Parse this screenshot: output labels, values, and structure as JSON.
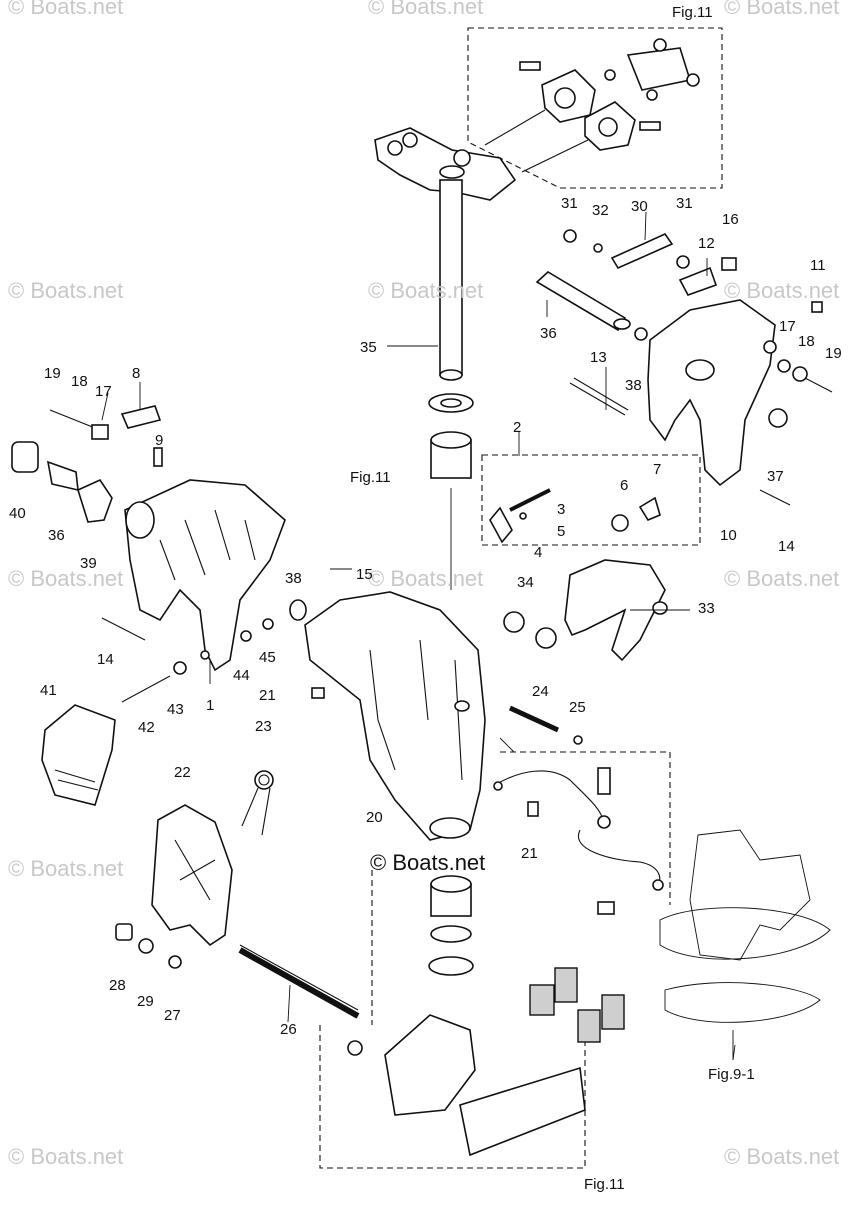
{
  "watermarks": [
    "© Boats.net",
    "© Boats.net",
    "© Boats.net",
    "© Boats.net",
    "© Boats.net",
    "© Boats.net",
    "© Boats.net",
    "© Boats.net",
    "© Boats.net",
    "© Boats.net",
    "© Boats.net",
    "© Boats.net"
  ],
  "center_watermark": "© Boats.net",
  "figure_refs": {
    "top_right": "Fig.11",
    "left_mid": "Fig.11",
    "bottom": "Fig.11",
    "bottom_right": "Fig.9-1"
  },
  "callouts": [
    "1",
    "2",
    "3",
    "4",
    "5",
    "6",
    "7",
    "8",
    "9",
    "10",
    "11",
    "12",
    "13",
    "14",
    "14",
    "15",
    "16",
    "17",
    "17",
    "18",
    "18",
    "19",
    "19",
    "20",
    "21",
    "21",
    "22",
    "23",
    "24",
    "25",
    "26",
    "27",
    "28",
    "29",
    "30",
    "31",
    "31",
    "32",
    "33",
    "34",
    "35",
    "36",
    "36",
    "37",
    "38",
    "38",
    "39",
    "40",
    "41",
    "42",
    "43",
    "44",
    "45"
  ],
  "colors": {
    "ink": "#111111",
    "watermark": "#c8c8c8",
    "background": "#ffffff"
  }
}
